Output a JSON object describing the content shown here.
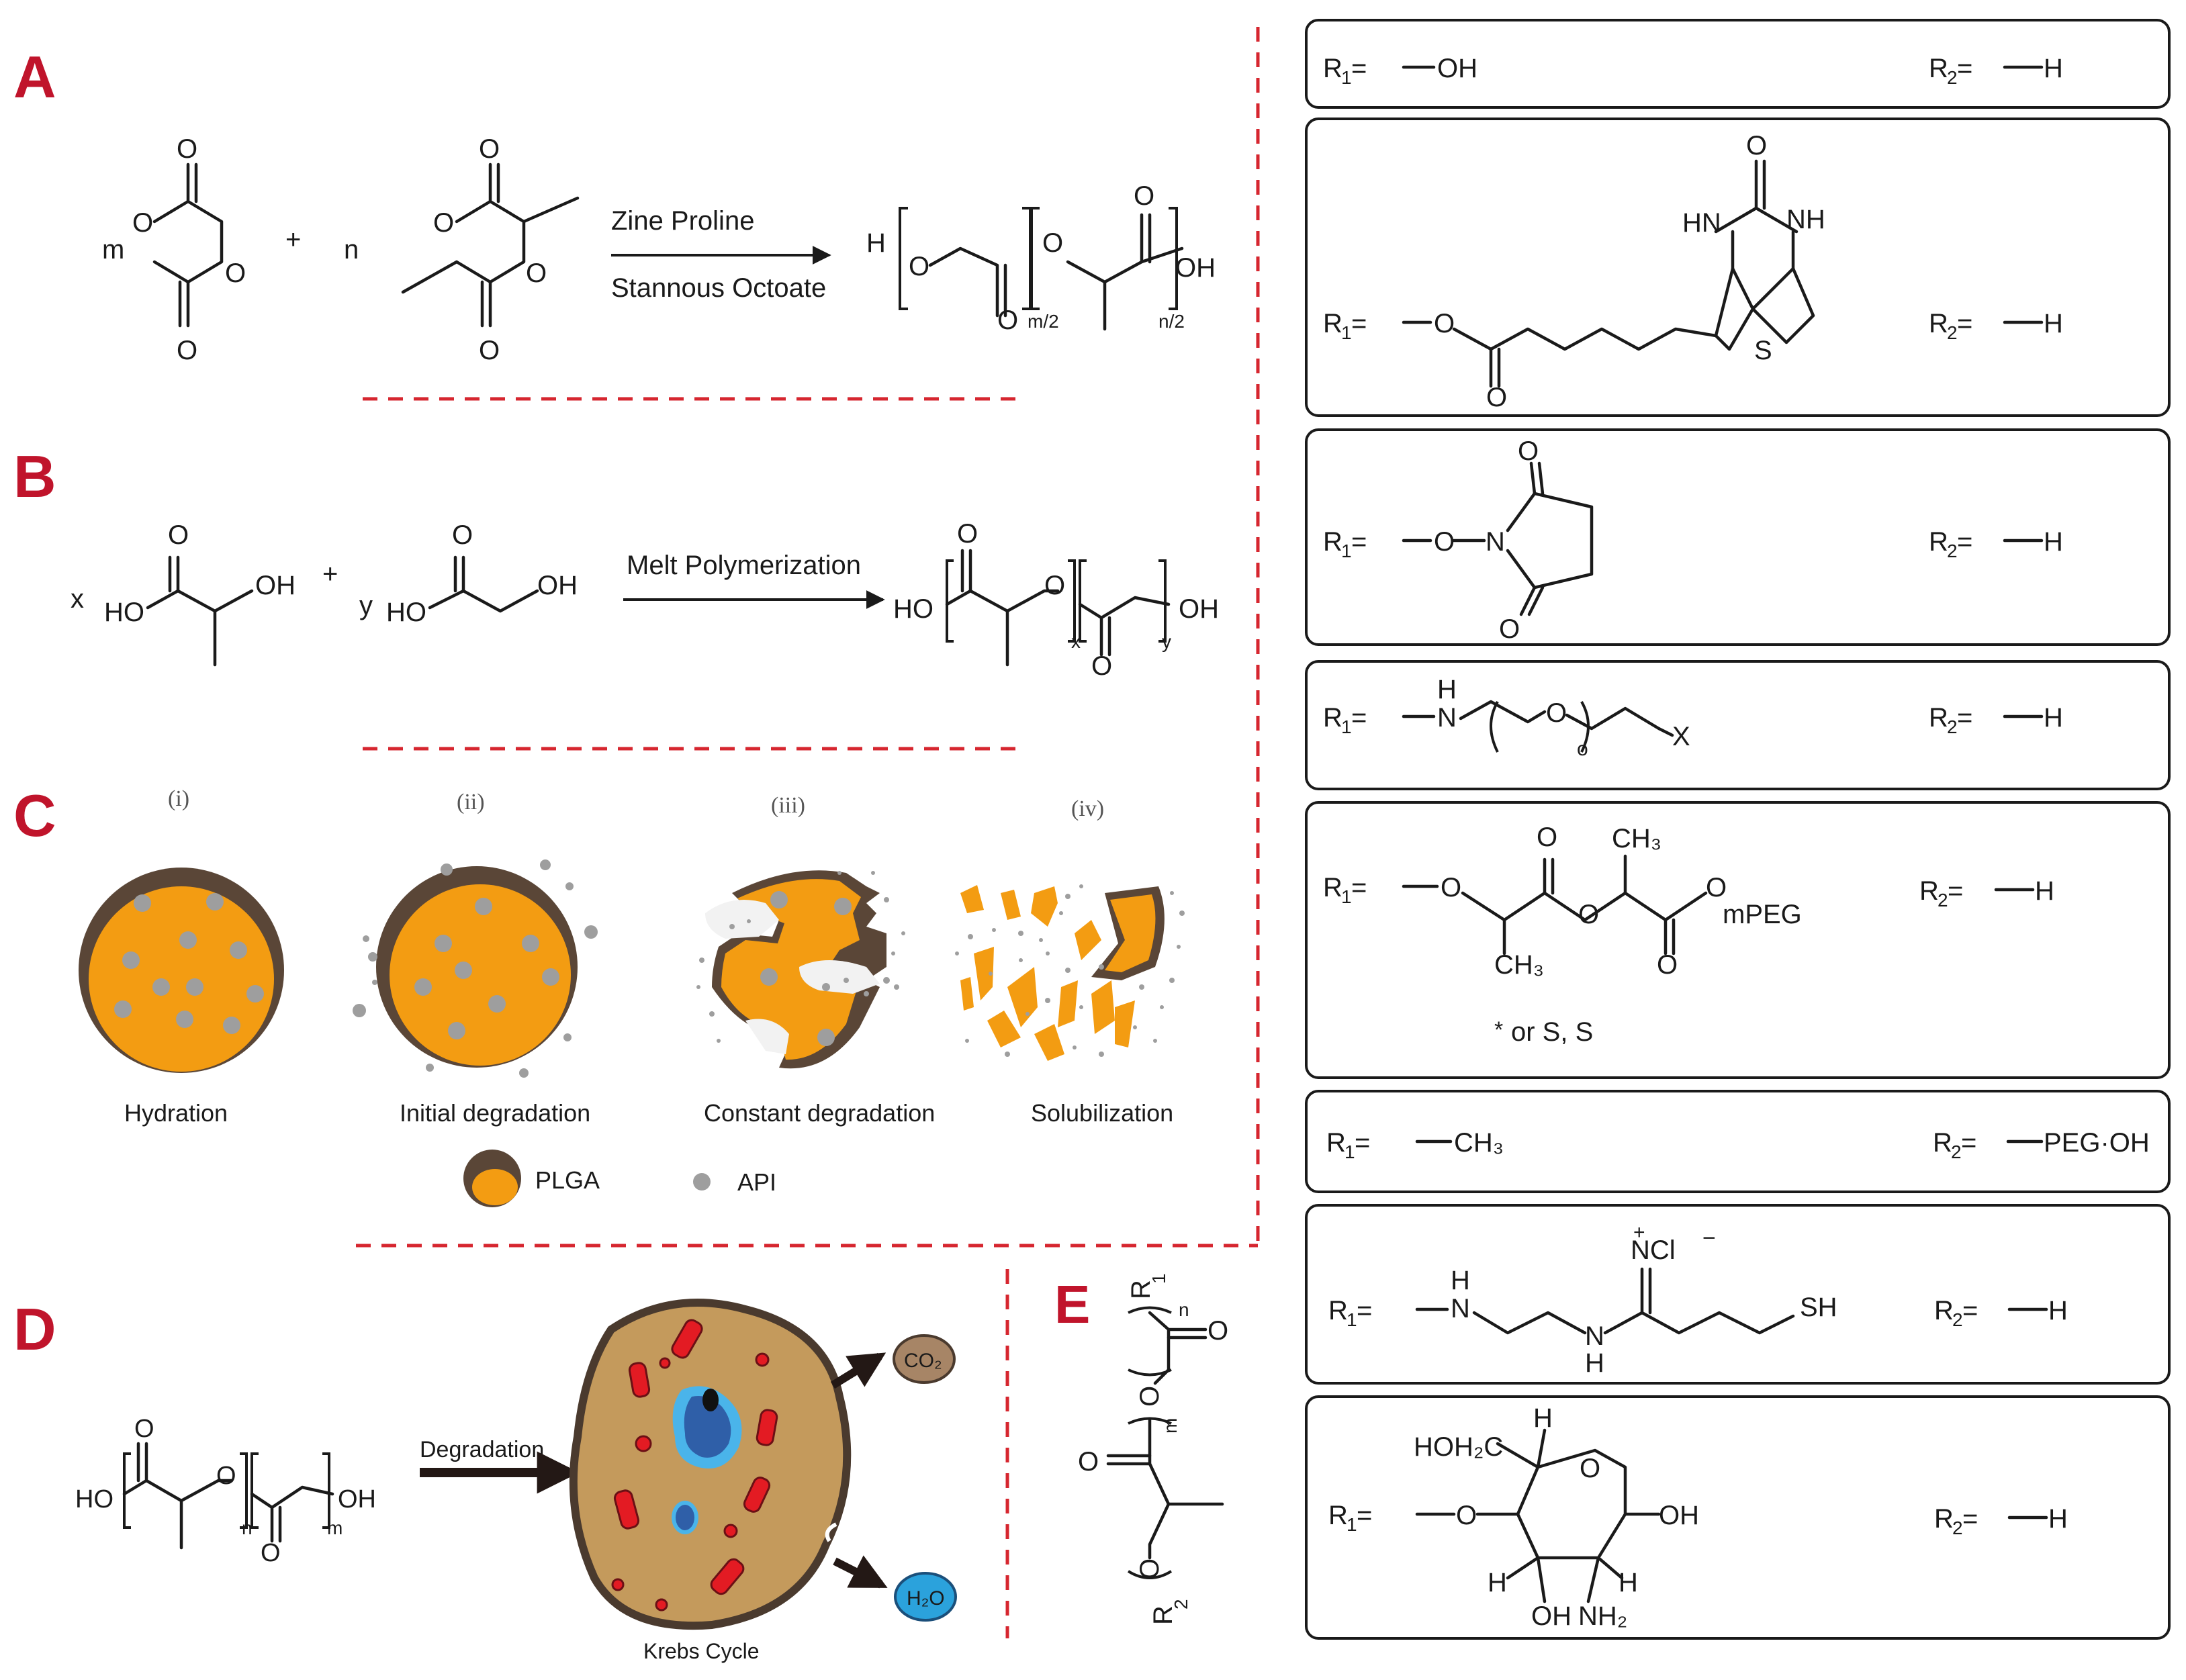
{
  "panels": {
    "A": {
      "letter": "A",
      "coef_m": "m",
      "coef_n": "n",
      "plus": "+",
      "reagent_top": "Zine Proline",
      "reagent_bottom": "Stannous Octoate",
      "atom_O": "O",
      "atom_H": "H",
      "atom_OH": "OH",
      "sub_m2": "m/2",
      "sub_n2": "n/2"
    },
    "B": {
      "letter": "B",
      "coef_x": "x",
      "coef_y": "y",
      "plus": "+",
      "atom_HO": "HO",
      "atom_OH": "OH",
      "atom_O": "O",
      "reagent": "Melt Polymerization",
      "sub_x": "x",
      "sub_y": "y"
    },
    "C": {
      "letter": "C",
      "stages": [
        {
          "numeral": "(i)",
          "label": "Hydration"
        },
        {
          "numeral": "(ii)",
          "label": "Initial degradation"
        },
        {
          "numeral": "(iii)",
          "label": "Constant degradation"
        },
        {
          "numeral": "(iv)",
          "label": "Solubilization"
        }
      ],
      "legend": {
        "plga": "PLGA",
        "api": "API"
      },
      "colors": {
        "shell": "#5a4637",
        "core": "#f39c12",
        "api": "#9e9e9e"
      }
    },
    "D": {
      "letter": "D",
      "atom_HO": "HO",
      "atom_OH": "OH",
      "atom_O": "O",
      "sub_n": "n",
      "sub_m": "m",
      "arrow_label": "Degradation",
      "cycle_label": "Krebs Cycle",
      "co2": "CO₂",
      "h2o": "H₂O",
      "colors": {
        "cell": "#c49a5c",
        "organelle": "#e31b23",
        "nucleus": "#2f7fd1",
        "co2": "#a78566",
        "h2o": "#2ba2dc"
      }
    },
    "E": {
      "letter": "E",
      "r1": "R",
      "r1_sub": "1",
      "r2": "R",
      "r2_sub": "2",
      "atom_O": "O",
      "sub_n": "n",
      "sub_m": "m"
    }
  },
  "substituents": {
    "r1_prefix": "R",
    "r1_sub": "1",
    "r2_prefix": "R",
    "r2_sub": "2",
    "eq": " =",
    "rows": [
      {
        "r1": "OH",
        "r2": "H"
      },
      {
        "r1_atoms": [
          "O",
          "O",
          "HN",
          "NH",
          "S",
          "O"
        ],
        "r2": "H"
      },
      {
        "r1_atoms": [
          "O",
          "N",
          "O",
          "O"
        ],
        "r2": "H"
      },
      {
        "r1_atoms": [
          "H",
          "N",
          "O",
          "o",
          "X"
        ],
        "r2": "H"
      },
      {
        "r1_atoms": [
          "O",
          "O",
          "CH₃",
          "O",
          "O",
          "mPEG",
          "CH₃",
          "O"
        ],
        "note_star": "*",
        "note_text": "or S, S",
        "r2": "H"
      },
      {
        "r1": "CH₃",
        "r2": "PEG·OH"
      },
      {
        "r1_atoms": [
          "H",
          "N",
          "N",
          "H",
          "SH"
        ],
        "nhcl": "NCl",
        "plus": "+",
        "minus": "−",
        "r2": "H"
      },
      {
        "r1_atoms": [
          "O",
          "HOH₂C",
          "H",
          "O",
          "OH",
          "H",
          "H",
          "OH",
          "NH₂"
        ],
        "r2": "H"
      }
    ]
  }
}
